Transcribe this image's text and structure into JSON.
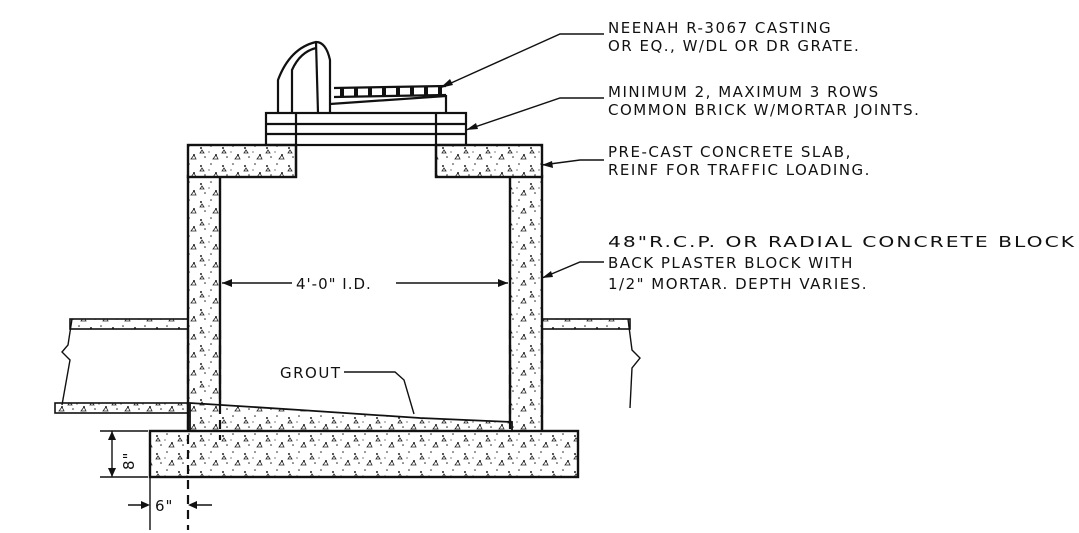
{
  "labels": {
    "casting_line1": "NEENAH R-3067 CASTING",
    "casting_line2": "OR EQ., W/DL OR DR GRATE.",
    "brick_line1": "MINIMUM 2, MAXIMUM 3 ROWS",
    "brick_line2": "COMMON BRICK W/MORTAR JOINTS.",
    "slab_line1": "PRE-CAST CONCRETE SLAB,",
    "slab_line2": "REINF FOR TRAFFIC LOADING.",
    "wall_line1": "48\"R.C.P. OR RADIAL CONCRETE BLOCK",
    "wall_line2": "BACK PLASTER BLOCK WITH",
    "wall_line3": "1/2\" MORTAR. DEPTH VARIES.",
    "grout": "GROUT",
    "inside_diameter": "4'-0\" I.D.",
    "base_thickness": "8\"",
    "base_projection": "6\""
  }
}
